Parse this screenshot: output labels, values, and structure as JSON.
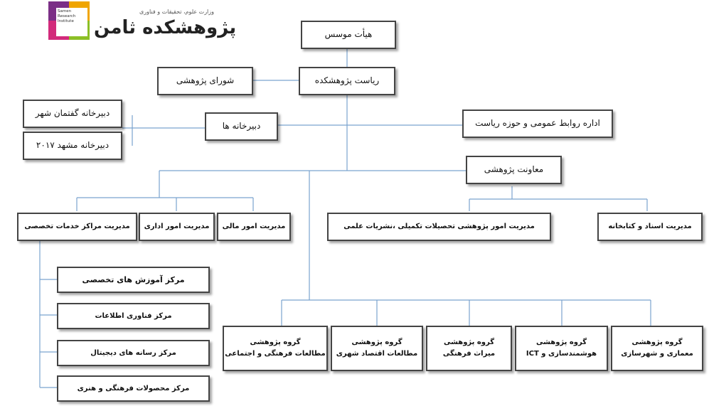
{
  "logo": {
    "institute_en": "Samen Research Institute",
    "ministry": "وزارت علوم، تحقیقات و فناوری",
    "brand": "پژوهشکده ثامن"
  },
  "nodes": {
    "board": "هیأت موسس",
    "presidency": "ریاست پژوهشکده",
    "research_council": "شورای پژوهشی",
    "secretariats": "دبیرخانه ها",
    "city_discourse": "دبیرخانه گفتمان شهر",
    "mashhad_2017": "دبیرخانه مشهد ۲۰۱۷",
    "public_relations": "اداره روابط عمومی و حوزه ریاست",
    "research_deputy": "معاونت پژوهشی",
    "specialized_centers_mgmt": "مدیریت مراکز خدمات تخصصی",
    "admin_affairs": "مدیریت امور اداری",
    "finance": "مدیریت امور مالی",
    "graduate_studies": "مدیریت امور پژوهشی تحصیلات تکمیلی ،نشریات علمی",
    "documents_library": "مدیریت اسناد و کتابخانه",
    "center_training": "مرکز آموزش های تخصصی",
    "center_it": "مرکز فناوری اطلاعات",
    "center_digital_media": "مرکز رسانه های دیجیتال",
    "center_cultural_products": "مرکز محصولات فرهنگی و هنری"
  },
  "groups": {
    "title": "گروه پژوهشی",
    "social_cultural": "مطالعات فرهنگی و اجتماعی",
    "urban_economics": "مطالعات اقتصاد شهری",
    "heritage": "میراث فرهنگی",
    "smart_ict": "هوشمندسازی و ICT",
    "architecture": "معماری و شهرسازی"
  },
  "colors": {
    "connector": "#7aa3cf",
    "box_border": "#444444",
    "logo_purple": "#7b2f86",
    "logo_orange": "#f0a500",
    "logo_pink": "#d22a7b",
    "logo_green": "#8cbf26"
  }
}
